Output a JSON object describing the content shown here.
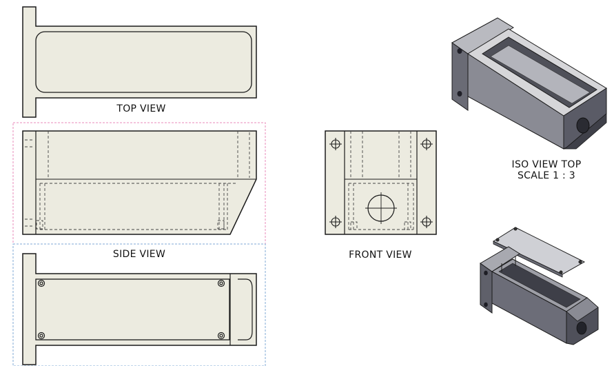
{
  "views": {
    "top": {
      "label": "TOP VIEW"
    },
    "side": {
      "label": "SIDE VIEW"
    },
    "front": {
      "label": "FRONT VIEW"
    },
    "iso": {
      "label_line1": "ISO VIEW TOP",
      "label_line2": "SCALE 1 : 3"
    }
  },
  "colors": {
    "part_fill": "#ecebe0",
    "outline": "#1a1a1a",
    "hidden_line": "#444444",
    "frame_pink": "#e88ab8",
    "frame_blue": "#7fa9d6",
    "iso_dark": "#5a5b66",
    "iso_mid": "#8a8b94",
    "iso_light": "#d6d6d9"
  }
}
